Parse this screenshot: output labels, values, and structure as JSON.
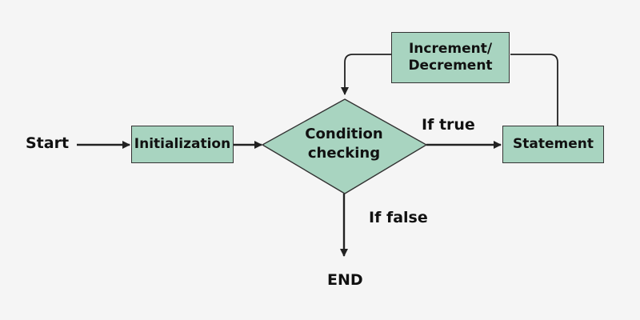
{
  "colors": {
    "background": "#f5f5f5",
    "node_fill": "#a8d4c0",
    "stroke": "#222222",
    "text": "#111111"
  },
  "labels": {
    "start": "Start",
    "end": "END",
    "if_true": "If true",
    "if_false": "If false"
  },
  "nodes": {
    "initialization": "Initialization",
    "condition_line1": "Condition",
    "condition_line2": "checking",
    "statement": "Statement",
    "increment_line1": "Increment/",
    "increment_line2": "Decrement"
  }
}
